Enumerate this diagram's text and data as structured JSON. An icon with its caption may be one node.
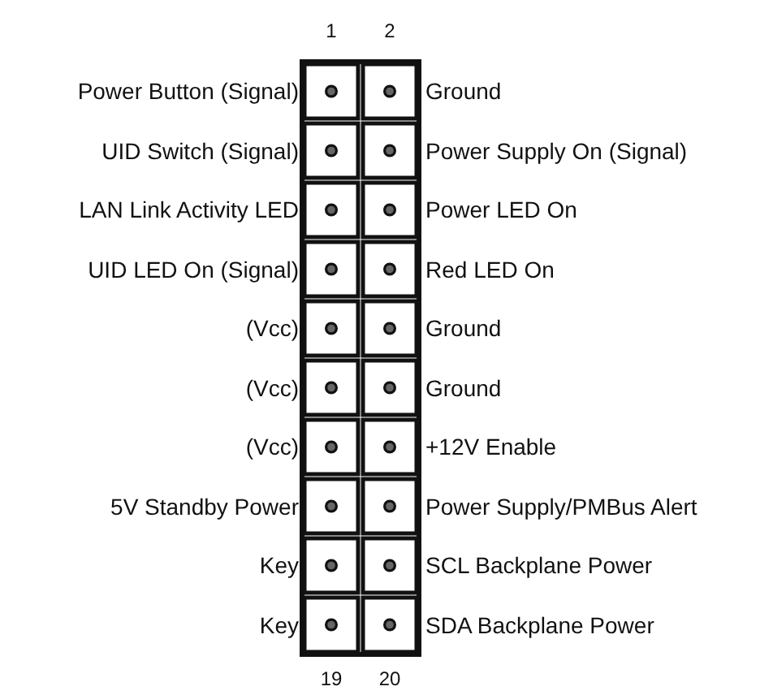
{
  "diagram": {
    "labels": [
      "1",
      "2",
      "Power Button (Signal)",
      "Ground",
      "UID Switch (Signal)",
      "Power Supply On (Signal)",
      "LAN Link Activity LED",
      "Power LED On",
      "UID LED On (Signal)",
      "Red LED On",
      "(Vcc)",
      "Ground",
      "(Vcc)",
      "Ground",
      "(Vcc)",
      "+12V Enable",
      "5V Standby Power",
      "Power Supply/PMBus Alert",
      "Key",
      "SCL Backplane Power",
      "Key",
      "SDA Backplane Power",
      "19",
      "20"
    ]
  }
}
